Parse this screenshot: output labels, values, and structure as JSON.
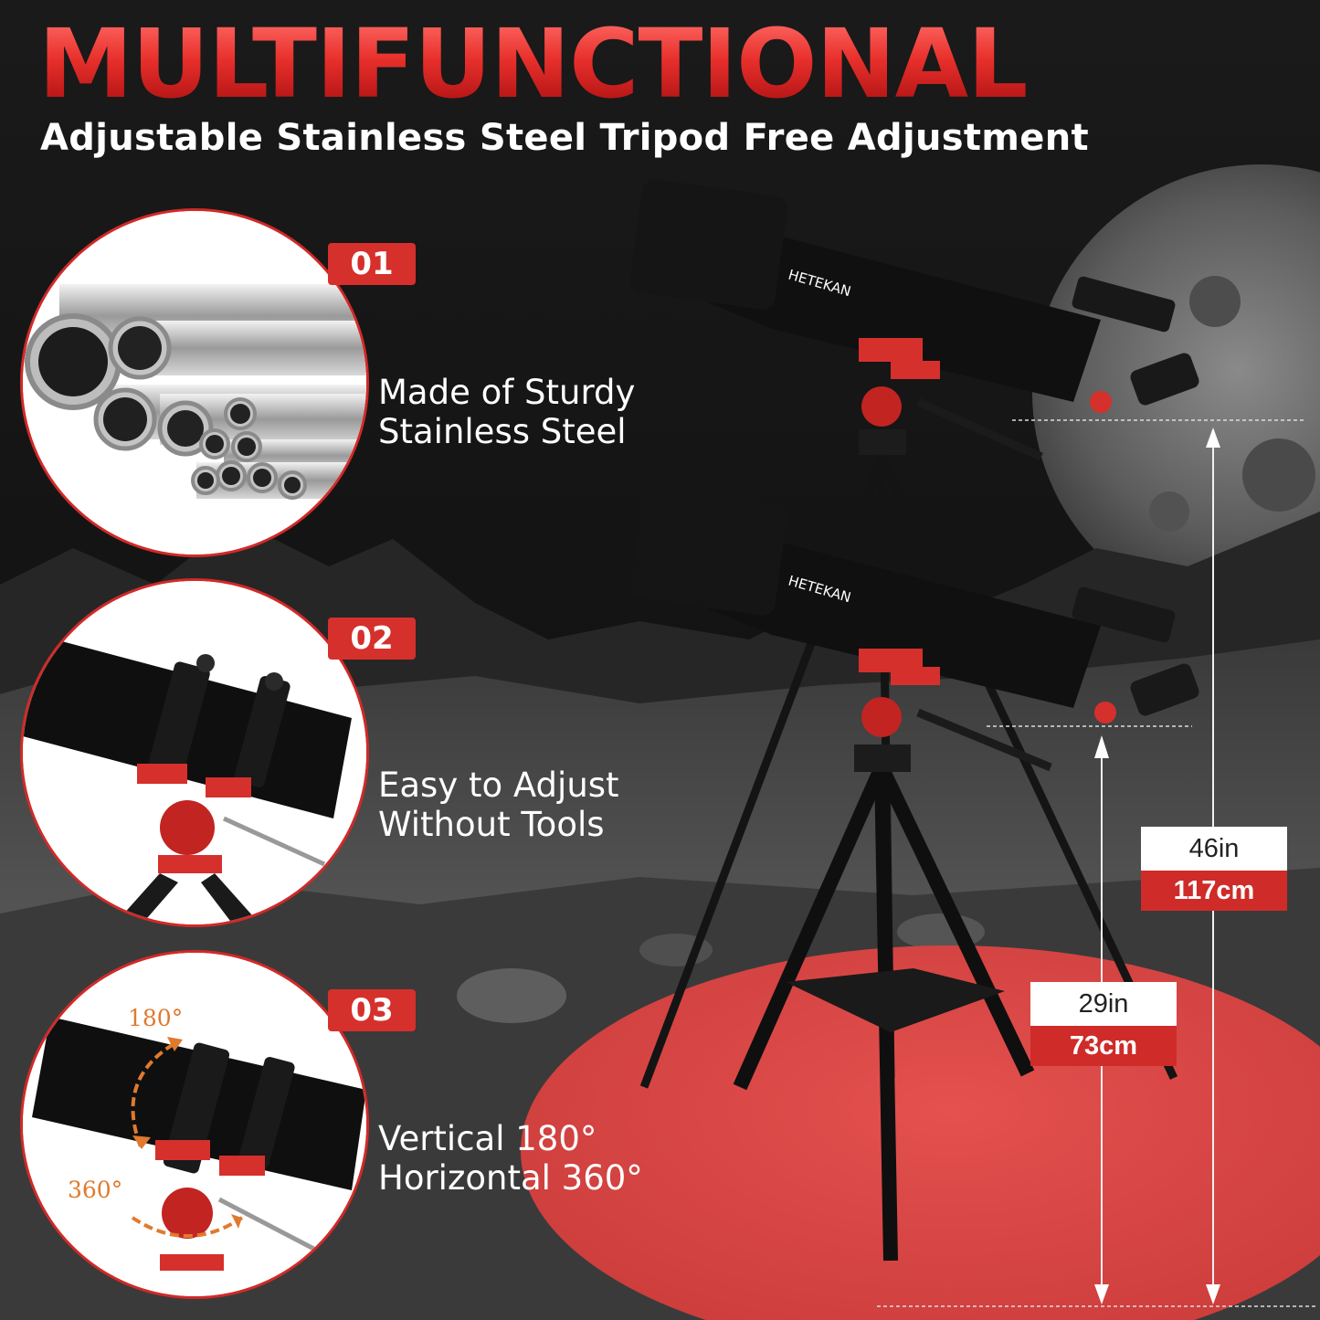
{
  "header": {
    "title": "MULTIFUNCTIONAL",
    "subtitle": "Adjustable Stainless Steel Tripod Free Adjustment"
  },
  "features": [
    {
      "number": "01",
      "line1": "Made of Sturdy",
      "line2": "Stainless Steel",
      "image_icon": "steel-tubes-icon"
    },
    {
      "number": "02",
      "line1": "Easy to Adjust",
      "line2": "Without Tools",
      "image_icon": "telescope-mount-icon"
    },
    {
      "number": "03",
      "line1": "Vertical 180°",
      "line2": "Horizontal 360°",
      "image_icon": "rotation-mount-icon",
      "vertical_label": "180°",
      "horizontal_label": "360°"
    }
  ],
  "product": {
    "brand": "HETEKAN",
    "tall": {
      "in": "46in",
      "cm": "117cm"
    },
    "short": {
      "in": "29in",
      "cm": "73cm"
    }
  },
  "colors": {
    "accent": "#d6302c",
    "text": "#ffffff",
    "background": "#0b0b0b",
    "arrow": "#e07a2e"
  }
}
